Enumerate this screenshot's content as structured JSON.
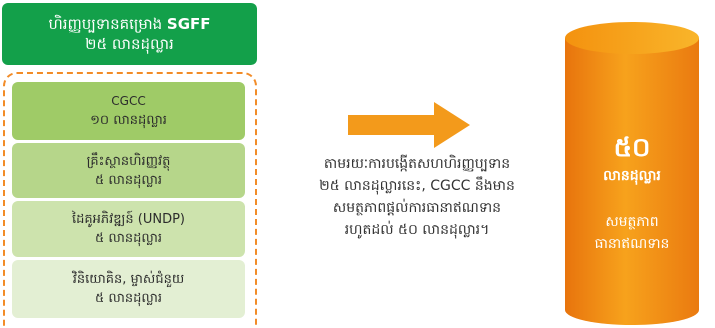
{
  "header": {
    "title": "ហិរញ្ញប្បទានគម្រោង",
    "title_code": "SGFF",
    "amount": "២៥ លានដុល្លារ"
  },
  "contributors": [
    {
      "name": "CGCC",
      "amount": "១០ លានដុល្លារ"
    },
    {
      "name": "គ្រឹះស្ថានហិរញ្ញវត្ថុ",
      "amount": "៥ លានដុល្លារ"
    },
    {
      "name": "ដៃគូអភិវឌ្ឍន៍ (UNDP)",
      "amount": "៥ លានដុល្លារ"
    },
    {
      "name": "វិនិយោគិន, ម្ចាស់ជំនួយ",
      "amount": "៥ លានដុល្លារ"
    }
  ],
  "description": [
    "តាមរយៈការបង្កើតសហហិរញ្ញប្បទាន",
    "២៥ លានដុល្លារនេះ, CGCC នឹងមាន",
    "សមត្ថភាពផ្តល់ការធានាឥណទាន",
    "រហូតដល់ ៥០ លានដុល្លារ។"
  ],
  "result": {
    "amount": "៥០",
    "unit": "លានដុល្លារ",
    "caption_line1": "សមត្ថភាព",
    "caption_line2": "ធានាឥណទាន"
  },
  "colors": {
    "green": "#13a04a",
    "orange": "#f39a1b",
    "dash": "#f28c28"
  }
}
